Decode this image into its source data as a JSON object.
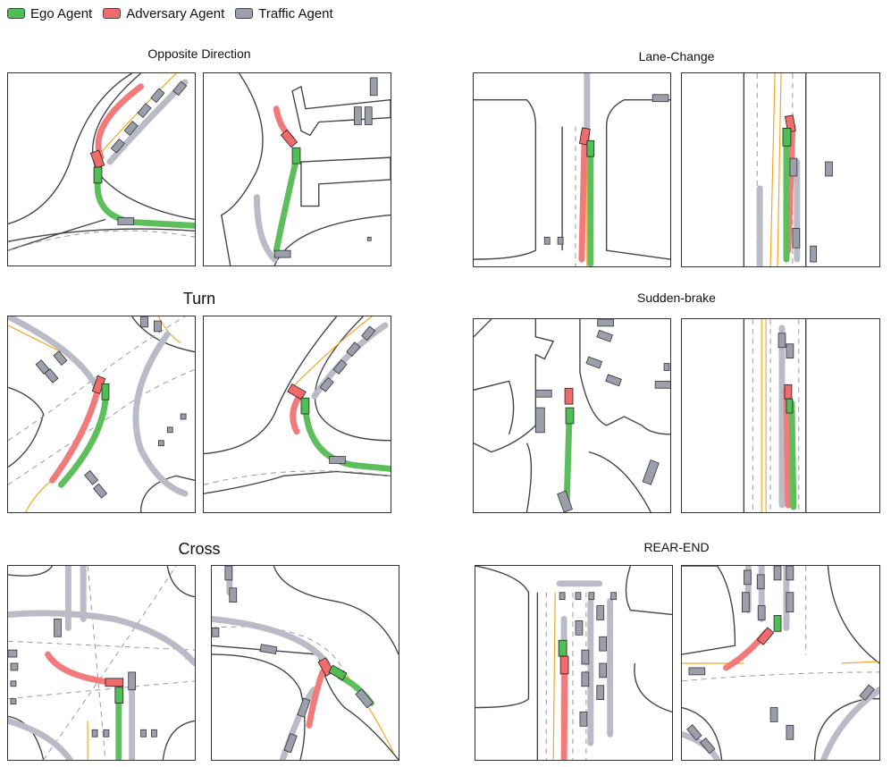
{
  "legend": {
    "ego": {
      "label": "Ego Agent",
      "color": "#4fbf55"
    },
    "adversary": {
      "label": "Adversary Agent",
      "color": "#f06b6b"
    },
    "traffic": {
      "label": "Traffic Agent",
      "color": "#9b9eab"
    }
  },
  "scenarios": {
    "opposite_direction": "Opposite Direction",
    "turn": "Turn",
    "cross": "Cross",
    "lane_change": "Lane-Change",
    "sudden_brake": "Sudden-brake",
    "rear_end": "REAR-END"
  }
}
